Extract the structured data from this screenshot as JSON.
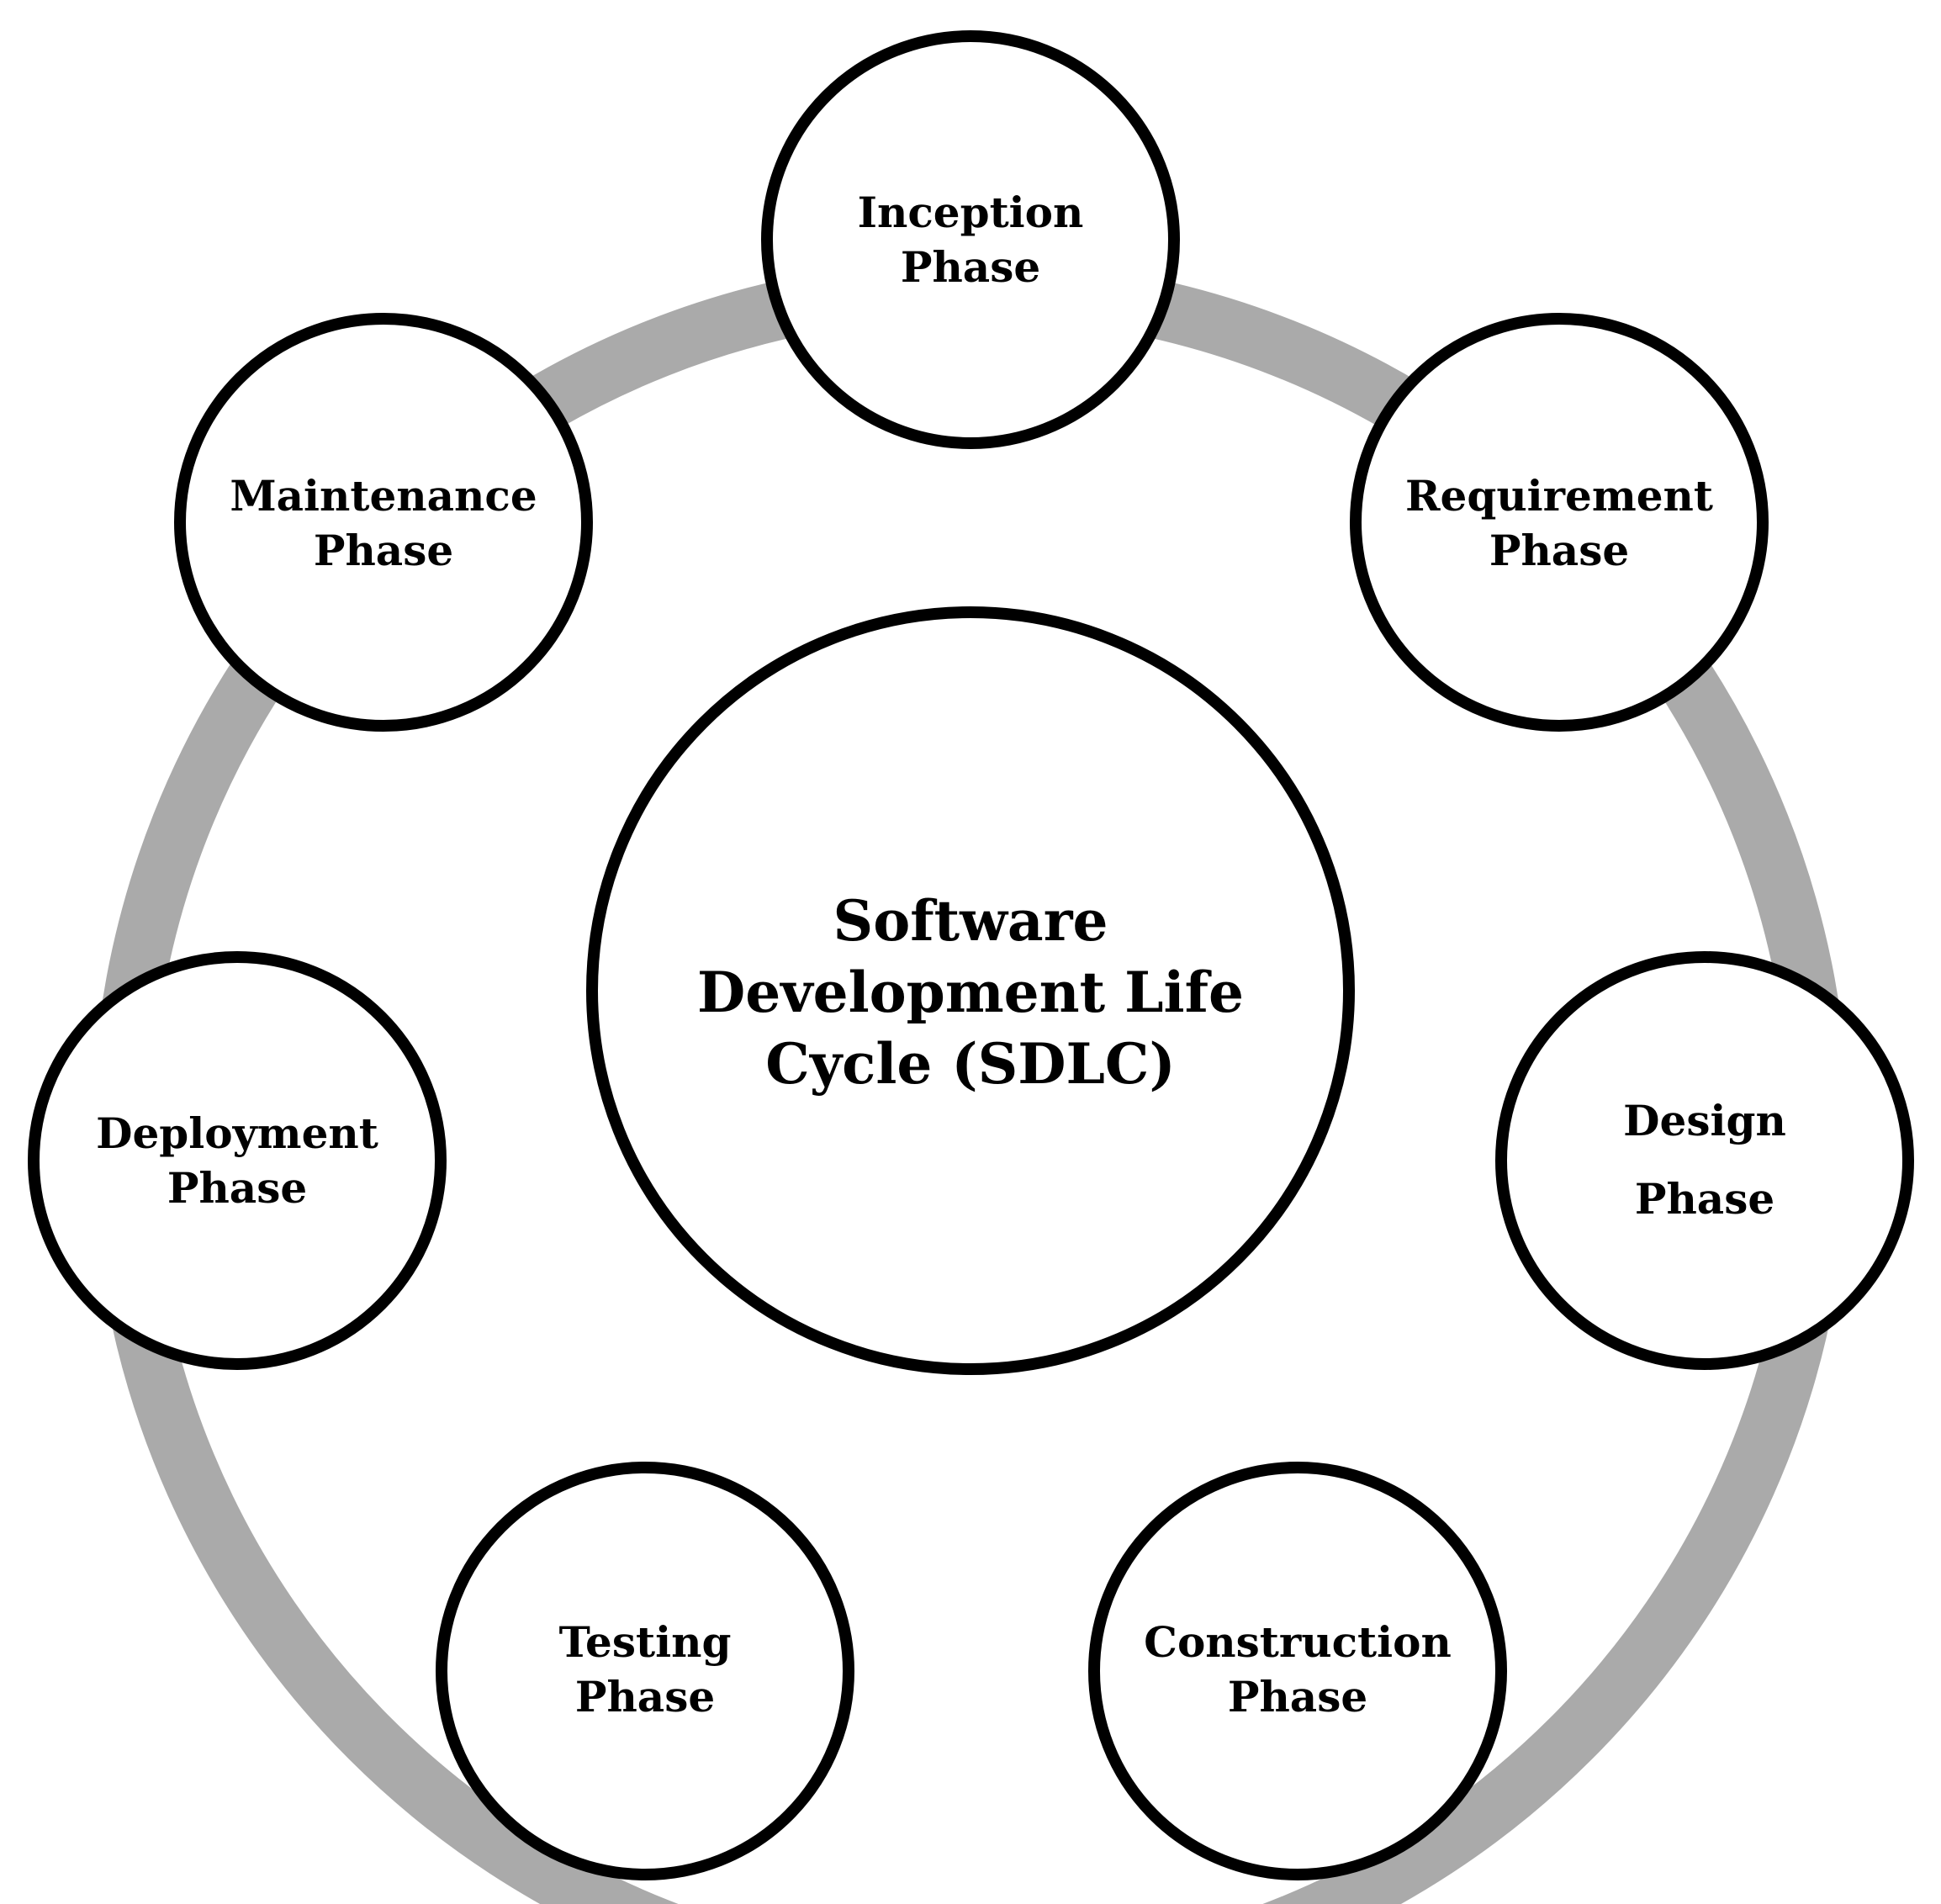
{
  "colors": {
    "ring": "#aaaaaa",
    "node_stroke": "#000000",
    "node_fill": "#ffffff",
    "text": "#000000"
  },
  "center": {
    "lines": [
      "Software",
      "Development Life",
      "Cycle (SDLC)"
    ]
  },
  "phases": [
    {
      "id": "inception",
      "lines": [
        "Inception",
        "Phase"
      ]
    },
    {
      "id": "requirement",
      "lines": [
        "Requirement",
        "Phase"
      ]
    },
    {
      "id": "design",
      "lines": [
        "Design",
        "Phase"
      ]
    },
    {
      "id": "construction",
      "lines": [
        "Construction",
        "Phase"
      ]
    },
    {
      "id": "testing",
      "lines": [
        "Testing",
        "Phase"
      ]
    },
    {
      "id": "deployment",
      "lines": [
        "Deployment",
        "Phase"
      ]
    },
    {
      "id": "maintenance",
      "lines": [
        "Maintenance",
        "Phase"
      ]
    }
  ]
}
